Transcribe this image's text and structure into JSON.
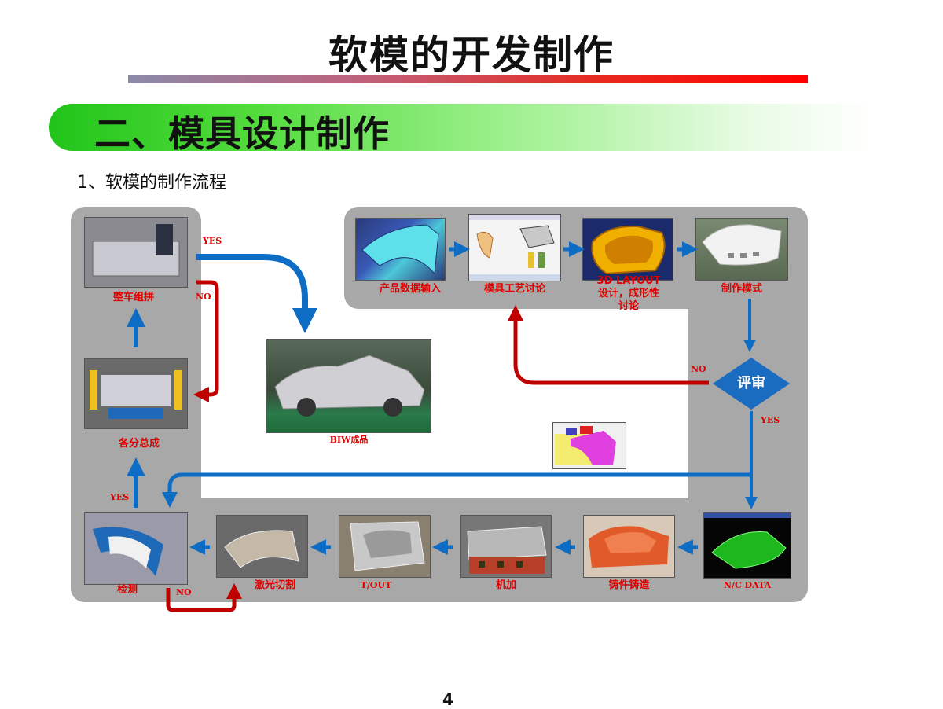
{
  "header": {
    "title": "软模的开发制作"
  },
  "section": {
    "title": "二、模具设计制作"
  },
  "step": {
    "heading": "1、软模的制作流程"
  },
  "top_flow": [
    {
      "label": "产品数据输入"
    },
    {
      "label": "模具工艺讨论"
    },
    {
      "label": "3D LAYOUT\n设计，成形性\n讨论"
    },
    {
      "label": "制作模式"
    }
  ],
  "decision": {
    "label": "评审",
    "no": "NO",
    "yes": "YES"
  },
  "bottom_flow": [
    {
      "label": "N/C DATA"
    },
    {
      "label": "铸件铸造"
    },
    {
      "label": "机加"
    },
    {
      "label": "T/OUT"
    },
    {
      "label": "激光切割"
    },
    {
      "label": "检测"
    }
  ],
  "left_flow": [
    {
      "label": "各分总成"
    },
    {
      "label": "整车组拼"
    }
  ],
  "branch_labels": {
    "inspect_no": "NO",
    "inspect_yes": "YES",
    "assembly_yes": "YES",
    "assembly_no": "NO"
  },
  "biw": {
    "label": "BIW成品"
  },
  "page": {
    "number": "4"
  },
  "colors": {
    "blue_arrow": "#0d6cc4",
    "red_arrow": "#c00000",
    "label_red": "#e00000",
    "panel_gray": "#a8a8a8"
  }
}
